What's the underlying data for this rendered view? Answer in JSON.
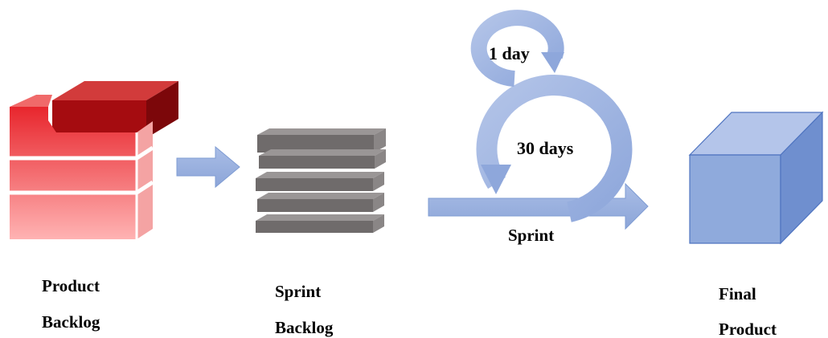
{
  "stages": {
    "product_backlog": {
      "line1": "Product",
      "line2": "Backlog"
    },
    "sprint_backlog": {
      "line1": "Sprint",
      "line2": "Backlog"
    },
    "sprint": {
      "label": "Sprint",
      "daily_cycle": "1 day",
      "sprint_cycle": "30 days"
    },
    "final_product": {
      "line1": "Final",
      "line2": "Product"
    }
  },
  "colors": {
    "product_backlog": "#c00000",
    "sprint_backlog": "#757171",
    "arrows": "#8faadc",
    "final_product": "#8faadc"
  },
  "icons": {
    "product_backlog": "stacked-blocks-icon",
    "sprint_backlog": "stacked-bars-icon",
    "sprint_cycle": "circular-arrow-icon",
    "final_product": "cube-icon"
  }
}
